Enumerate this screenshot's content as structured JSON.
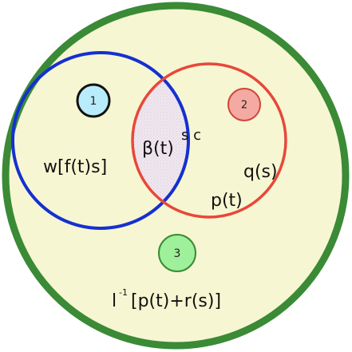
{
  "diagram": {
    "type": "venn",
    "colors": {
      "universe_fill": "#f6f6d2",
      "universe_stroke": "#3a8a36",
      "left_stroke": "#1530d0",
      "right_stroke": "#e8473a",
      "intersection_fill": "#efe6ef",
      "badge1_fill": "#b9ecfb",
      "badge2_fill": "#f4aaa3",
      "badge3_fill": "#9ff09a",
      "text": "#111111"
    },
    "badges": {
      "one": "1",
      "two": "2",
      "three": "3"
    },
    "labels": {
      "left_set": "w[f(t)s]",
      "intersection_base": "β(t)",
      "intersection_sup": "s c",
      "right_upper": "q(s)",
      "right_lower": "p(t)",
      "outside_prefix": "l",
      "outside_sup": "-1",
      "outside_body": "[p(t)+r(s)]"
    }
  }
}
